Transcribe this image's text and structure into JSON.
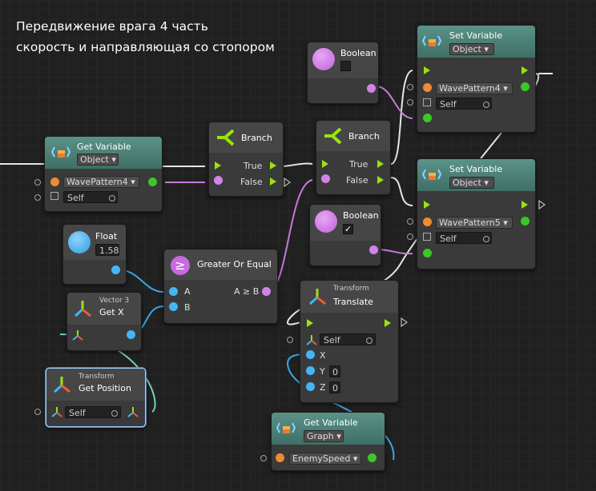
{
  "heading": {
    "line1": "Передвижение врага 4 часть",
    "line2": "скорость и направляющая со стопором"
  },
  "colors": {
    "canvas": "#202020",
    "node": "#3a3a3a",
    "header_teal": "#4f847b",
    "flow": "#9be20f",
    "float": "#45b5f5",
    "bool": "#d085e6",
    "object": "#3bc728",
    "string": "#ef8b34"
  },
  "nodes": {
    "get_var_1": {
      "title": "Get Variable",
      "kind": "Object",
      "name": "WavePattern4",
      "target": "Self",
      "icon": "variable-icon"
    },
    "branch_1": {
      "title": "Branch",
      "true_label": "True",
      "false_label": "False",
      "icon": "branch-icon"
    },
    "branch_2": {
      "title": "Branch",
      "true_label": "True",
      "false_label": "False",
      "icon": "branch-icon"
    },
    "bool_1": {
      "title": "Boolean",
      "value": "",
      "icon": "bool-icon"
    },
    "bool_2": {
      "title": "Boolean",
      "value": "✓",
      "icon": "bool-icon"
    },
    "set_var_1": {
      "title": "Set Variable",
      "kind": "Object",
      "name": "WavePattern4",
      "target": "Self",
      "icon": "variable-icon"
    },
    "set_var_2": {
      "title": "Set Variable",
      "kind": "Object",
      "name": "WavePattern5",
      "target": "Self",
      "icon": "variable-icon"
    },
    "float_1": {
      "title": "Float",
      "value": "1.58",
      "icon": "float-icon"
    },
    "compare": {
      "title": "Greater Or Equal",
      "a": "A",
      "b": "B",
      "out": "A ≥ B",
      "icon": "compare-icon"
    },
    "vec_getx": {
      "subtitle": "Vector 3",
      "title": "Get X",
      "icon": "axis-icon"
    },
    "get_position": {
      "subtitle": "Transform",
      "title": "Get Position",
      "target": "Self",
      "icon": "transform-icon"
    },
    "translate": {
      "subtitle": "Transform",
      "title": "Translate",
      "target": "Self",
      "x": "X",
      "y": "Y",
      "z": "Z",
      "y_value": "0",
      "z_value": "0",
      "icon": "transform-icon"
    },
    "get_var_2": {
      "title": "Get Variable",
      "kind": "Graph",
      "name": "EnemySpeed",
      "icon": "variable-icon"
    }
  }
}
